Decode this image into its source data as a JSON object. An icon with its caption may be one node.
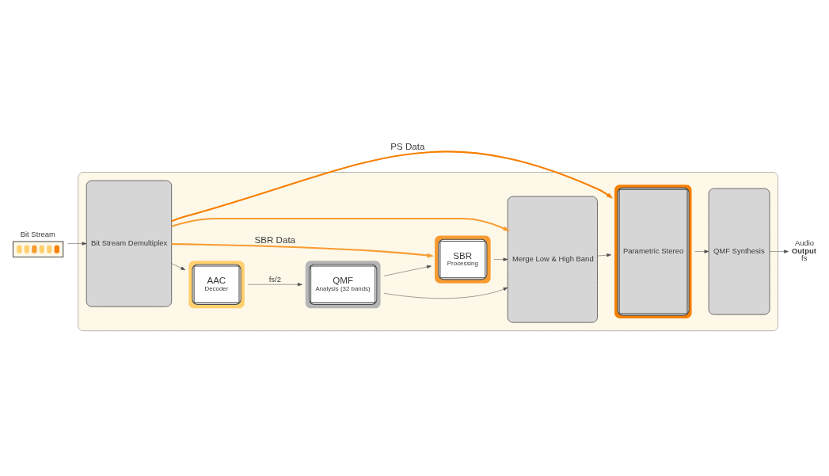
{
  "diagram": {
    "nodes": [
      {
        "text": [],
        "shape": "box"
      },
      {
        "text": [
          "Bit Stream"
        ]
      },
      {
        "text": [
          "Bit Stream Demultiplex"
        ],
        "in": 0
      },
      {
        "text": [
          "AAC",
          "Decoder"
        ],
        "in": 0
      },
      {
        "text": [
          "QMF",
          "Analysis (32 bands)"
        ],
        "in": 0
      },
      {
        "text": [
          "SBR",
          "Processing"
        ],
        "in": 0
      },
      {
        "text": [
          "Merge Low & High Band"
        ],
        "in": 0
      },
      {
        "text": [
          "Parametric Stereo"
        ],
        "in": 0
      },
      {
        "text": [
          "QMF Synthesis"
        ],
        "in": 0
      },
      {
        "text": [
          "Audio",
          "Output",
          "fs"
        ]
      }
    ],
    "edges": [
      {
        "from": 1,
        "to": 2,
        "arrow": "to"
      },
      {
        "from": 2,
        "to": 3,
        "arrow": "to"
      },
      {
        "from": 3,
        "to": 4,
        "arrow": "to",
        "label": "fs/2"
      },
      {
        "from": 4,
        "to": 6,
        "arrow": "to"
      },
      {
        "from": 4,
        "to": 5,
        "arrow": "to"
      },
      {
        "from": 5,
        "to": 6,
        "arrow": "to"
      },
      {
        "from": 6,
        "to": 7,
        "arrow": "to"
      },
      {
        "from": 7,
        "to": 8,
        "arrow": "to"
      },
      {
        "from": 8,
        "to": 9,
        "arrow": "to"
      },
      {
        "from": 2,
        "to": 5,
        "arrow": "to",
        "label": "SBR Data",
        "style": "thick",
        "color": "#f89c32"
      },
      {
        "from": 2,
        "to": 6,
        "arrow": "to",
        "style": "thick",
        "color": "#f89c32"
      },
      {
        "from": 2,
        "to": 7,
        "arrow": "to",
        "label": "PS Data",
        "style": "thick",
        "color": "#f77f00"
      }
    ]
  }
}
